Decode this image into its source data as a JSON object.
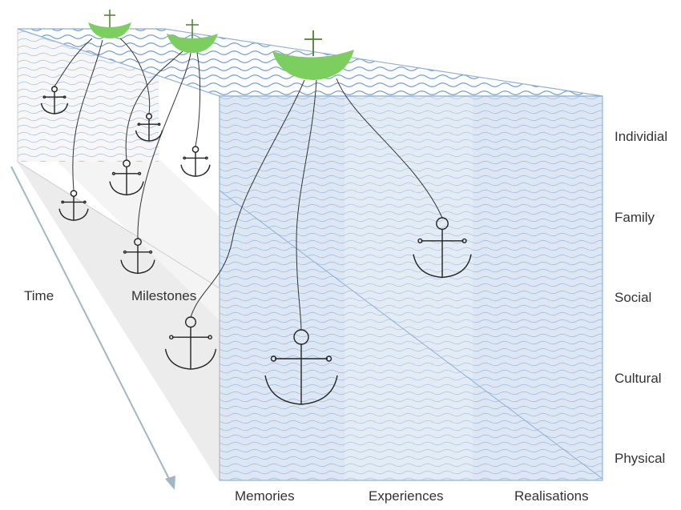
{
  "diagram": {
    "row_labels": [
      "Individial",
      "Family",
      "Social",
      "Cultural",
      "Physical"
    ],
    "column_labels": [
      "Memories",
      "Experiences",
      "Realisations"
    ],
    "axis_labels": {
      "time": "Time",
      "milestones": "Milestones"
    },
    "colors": {
      "water_stripes": "#a9c3e3",
      "front_face": "#dde7f3",
      "face_edges": "#8fb0d8",
      "ship": "#7ccf5f",
      "mast": "#4a7f2e",
      "anchor": "#222222",
      "time_arrow": "#9fb8c4",
      "floor_band": "#ececec"
    },
    "ships": [
      "ship-left",
      "ship-middle",
      "ship-right"
    ],
    "icons": [
      "ship-icon",
      "anchor-icon",
      "arrow-icon"
    ]
  }
}
